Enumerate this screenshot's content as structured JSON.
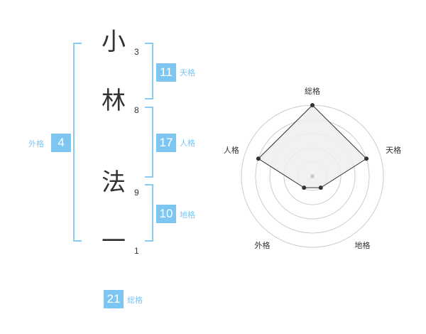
{
  "name_chars": [
    {
      "char": "小",
      "strokes": "3"
    },
    {
      "char": "林",
      "strokes": "8"
    },
    {
      "char": "法",
      "strokes": "9"
    },
    {
      "char": "一",
      "strokes": "1"
    }
  ],
  "kaku": {
    "tenkaku": {
      "value": "11",
      "label": "天格"
    },
    "jinkaku": {
      "value": "17",
      "label": "人格"
    },
    "chikaku": {
      "value": "10",
      "label": "地格"
    },
    "gaikaku": {
      "value": "4",
      "label": "外格"
    },
    "soukaku": {
      "value": "21",
      "label": "総格"
    }
  },
  "chart_data": {
    "type": "radar",
    "axes": [
      "総格",
      "天格",
      "地格",
      "外格",
      "人格"
    ],
    "values": [
      5,
      4,
      1,
      1,
      4
    ],
    "max": 5,
    "rings": 5,
    "colors": {
      "fill": "#eeeeee",
      "stroke": "#333333",
      "grid": "#cccccc",
      "center": "#cccccc"
    }
  }
}
